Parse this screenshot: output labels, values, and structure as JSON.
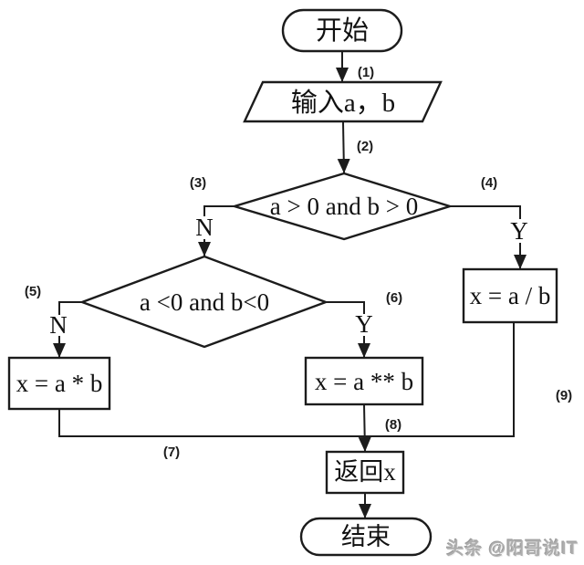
{
  "flowchart": {
    "nodes": {
      "start": "开始",
      "input": "输入a，b",
      "decision1": "a > 0 and b > 0",
      "decision2": "a <0 and b<0",
      "multiply": "x = a * b",
      "power": "x = a ** b",
      "divide": "x = a / b",
      "return": "返回x",
      "end": "结束"
    },
    "edge_labels": {
      "e1": "(1)",
      "e2": "(2)",
      "e3": "(3)",
      "e4": "(4)",
      "e5": "(5)",
      "e6": "(6)",
      "e7": "(7)",
      "e8": "(8)",
      "e9": "(9)"
    },
    "branches": {
      "d1_no": "N",
      "d1_yes": "Y",
      "d2_no": "N",
      "d2_yes": "Y"
    }
  },
  "watermark": "头条 @阳哥说IT",
  "colors": {
    "line": "#1c1c1c",
    "background": "#ffffff",
    "watermark": "#aeaeae"
  }
}
